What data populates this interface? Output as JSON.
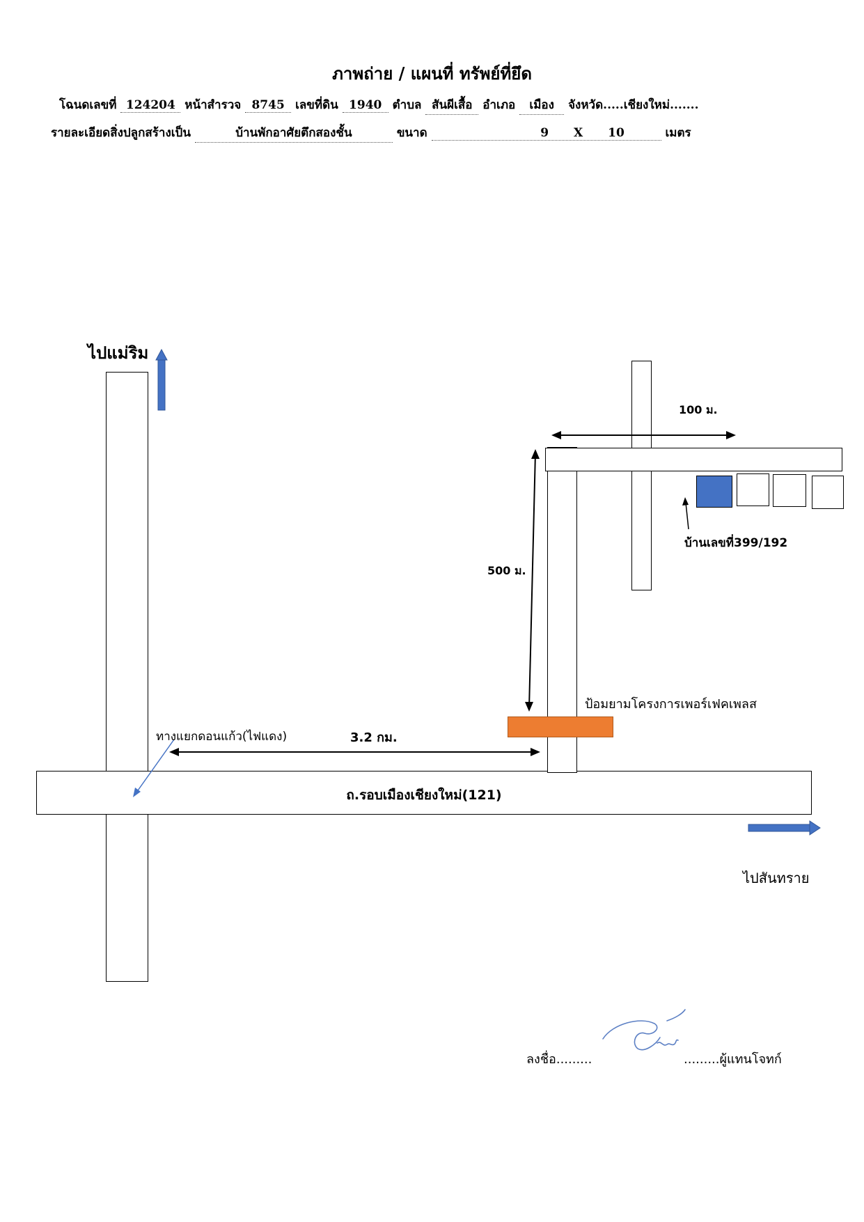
{
  "title": "ภาพถ่าย / แผนที่ ทรัพย์ที่ยึด",
  "row1": {
    "deed_label": "โฉนดเลขที่",
    "deed_value": "124204",
    "survey_label": "หน้าสำรวจ",
    "survey_value": "8745",
    "land_label": "เลขที่ดิน",
    "land_value": "1940",
    "subdistrict_label": "ตำบล",
    "subdistrict_value": "สันผีเสื้อ",
    "district_label": "อำเภอ",
    "district_value": "เมือง",
    "province_label": "จังหวัด.....เชียงใหม่......."
  },
  "row2": {
    "detail_label": "รายละเอียดสิ่งปลูกสร้างเป็น",
    "detail_value": "บ้านพักอาศัยตึกสองชั้น",
    "size_label": "ขนาด",
    "size_w": "9",
    "size_x": "X",
    "size_h": "10",
    "unit": "เมตร"
  },
  "map": {
    "to_maerim": "ไปแม่ริม",
    "dist_100": "100 ม.",
    "dist_500": "500 ม.",
    "house_label": "บ้านเลขที่399/192",
    "guard_label": "ป้อมยามโครงการเพอร์เฟคเพลส",
    "junction_label": "ทางแยกดอนแก้ว(ไฟแดง)",
    "dist_32": "3.2 กม.",
    "road_name": "ถ.รอบเมืองเชียงใหม่(121)",
    "to_sansai": "ไปสันทราย",
    "colors": {
      "arrow_blue": "#4472c4",
      "house_blue": "#4472c4",
      "guard_orange": "#ed7d31"
    }
  },
  "signature": {
    "sign_prefix": "ลงชื่อ.........",
    "sign_suffix": ".........ผู้แทนโจทก์"
  }
}
